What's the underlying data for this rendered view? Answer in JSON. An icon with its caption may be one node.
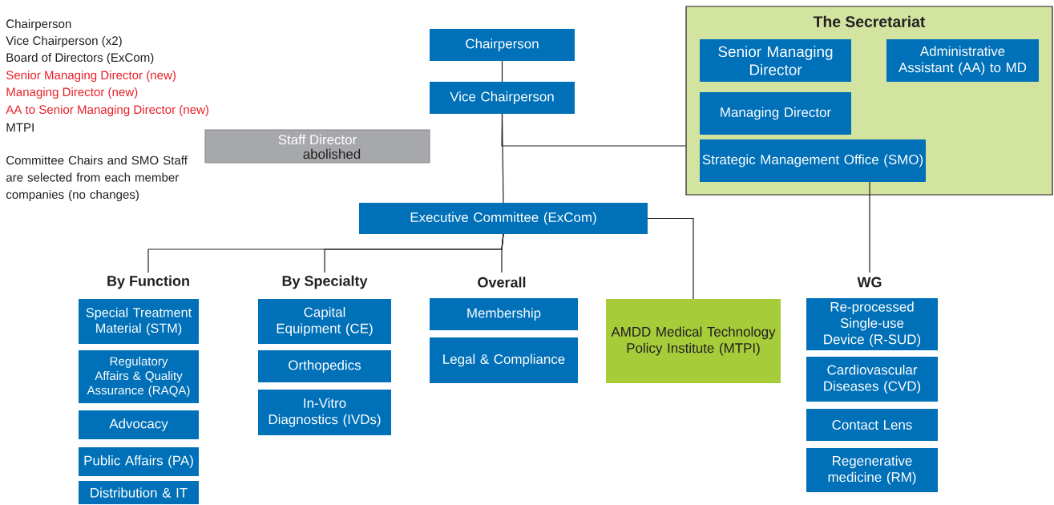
{
  "diagram": {
    "nodes": [
      {
        "text": [
          "Chairperson"
        ]
      },
      {
        "text": [
          "Vice Chairperson"
        ]
      },
      {
        "text": [
          "Staff Director",
          "abolished"
        ]
      },
      {
        "text": [
          "The Secretariat"
        ]
      },
      {
        "text": [
          "Senior Managing Director"
        ],
        "in": 3
      },
      {
        "text": [
          "Administrative Assistant (AA) to MD"
        ],
        "in": 3
      },
      {
        "text": [
          "Managing Director"
        ],
        "in": 3
      },
      {
        "text": [
          "Strategic Management Office (SMO)"
        ],
        "in": 3
      },
      {
        "text": [
          "Executive Committee (ExCom)"
        ]
      },
      {
        "text": [
          "By Function"
        ]
      },
      {
        "text": [
          "By Specialty"
        ]
      },
      {
        "text": [
          "Overall"
        ]
      },
      {
        "text": [
          "AMDD Medical Technology Policy Institute (MTPI)"
        ]
      },
      {
        "text": [
          "WG"
        ]
      },
      {
        "text": [
          "Special Treatment Material (STM)"
        ]
      },
      {
        "text": [
          "Regulatory Affairs & Quality Assurance (RAQA)"
        ]
      },
      {
        "text": [
          "Advocacy"
        ]
      },
      {
        "text": [
          "Public Affairs (PA)"
        ]
      },
      {
        "text": [
          "Distribution & IT"
        ]
      },
      {
        "text": [
          "Capital Equipment (CE)"
        ]
      },
      {
        "text": [
          "Orthopedics"
        ]
      },
      {
        "text": [
          "In-Vitro Diagnostics (IVDs)"
        ]
      },
      {
        "text": [
          "Membership"
        ]
      },
      {
        "text": [
          "Legal & Compliance"
        ]
      },
      {
        "text": [
          "Re-processed Single-use Device (R-SUD)"
        ]
      },
      {
        "text": [
          "Cardiovascular Diseases (CVD)"
        ]
      },
      {
        "text": [
          "Contact Lens"
        ]
      },
      {
        "text": [
          "Regenerative medicine (RM)"
        ]
      }
    ],
    "edges": [
      {
        "from": 0,
        "to": 1,
        "arrow": "none"
      },
      {
        "from": 1,
        "to": 8,
        "arrow": "none"
      },
      {
        "from": 1,
        "to": 3,
        "arrow": "none"
      },
      {
        "from": 8,
        "to": 9,
        "arrow": "none"
      },
      {
        "from": 8,
        "to": 10,
        "arrow": "none"
      },
      {
        "from": 8,
        "to": 11,
        "arrow": "none"
      },
      {
        "from": 8,
        "to": 12,
        "arrow": "none"
      },
      {
        "from": 7,
        "to": 13,
        "arrow": "none"
      }
    ],
    "labels": [
      "Chairperson",
      "Vice Chairperson (x2)",
      "Board of Directors (ExCom)",
      "Senior Managing Director (new)",
      "Managing Director (new)",
      "AA to Senior Managing Director (new)",
      "MTPI",
      "Committee Chairs and SMO Staff are selected from each member companies (no changes)"
    ]
  }
}
